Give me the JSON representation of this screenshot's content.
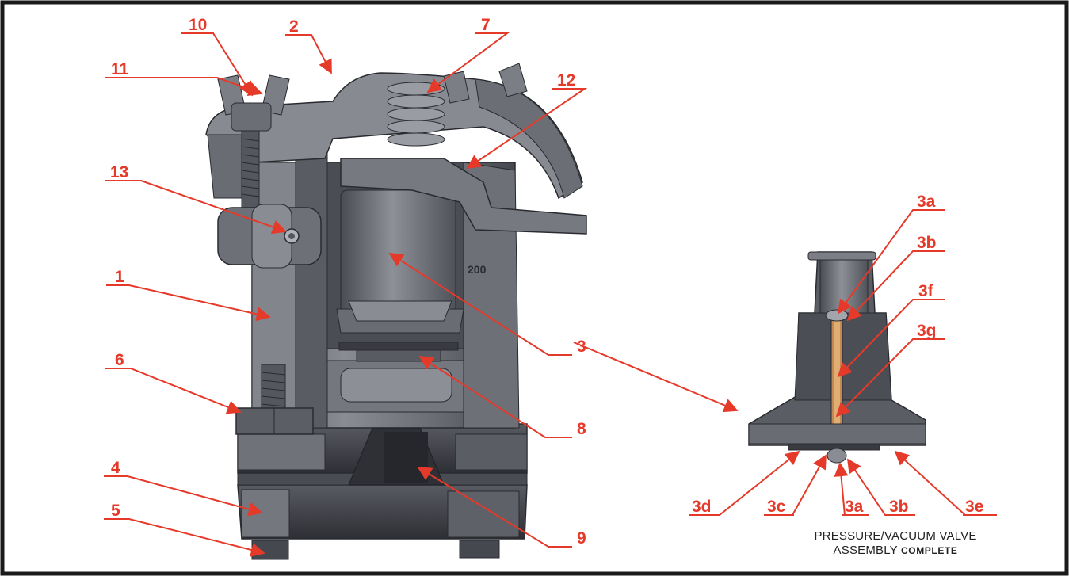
{
  "diagram": {
    "callouts": {
      "c1": "1",
      "c2": "2",
      "c3": "3",
      "c4": "4",
      "c5": "5",
      "c6": "6",
      "c7": "7",
      "c8": "8",
      "c9": "9",
      "c10": "10",
      "c11": "11",
      "c12": "12",
      "c13": "13",
      "c3a_top": "3a",
      "c3b_top": "3b",
      "c3f": "3f",
      "c3g": "3g",
      "c3d": "3d",
      "c3c": "3c",
      "c3a_bot": "3a",
      "c3b_bot": "3b",
      "c3e": "3e"
    },
    "caption": {
      "line1": "PRESSURE/VACUUM VALVE",
      "line2_prefix": "ASSEMBLY",
      "line2_bold": "COMPLETE"
    },
    "body_marking": "200",
    "colors": {
      "accent": "#e53a2a",
      "metal_dark": "#3c3d44",
      "metal_mid": "#6c6e77",
      "metal_light": "#a7a9b1",
      "border": "#1a1a1a"
    }
  }
}
